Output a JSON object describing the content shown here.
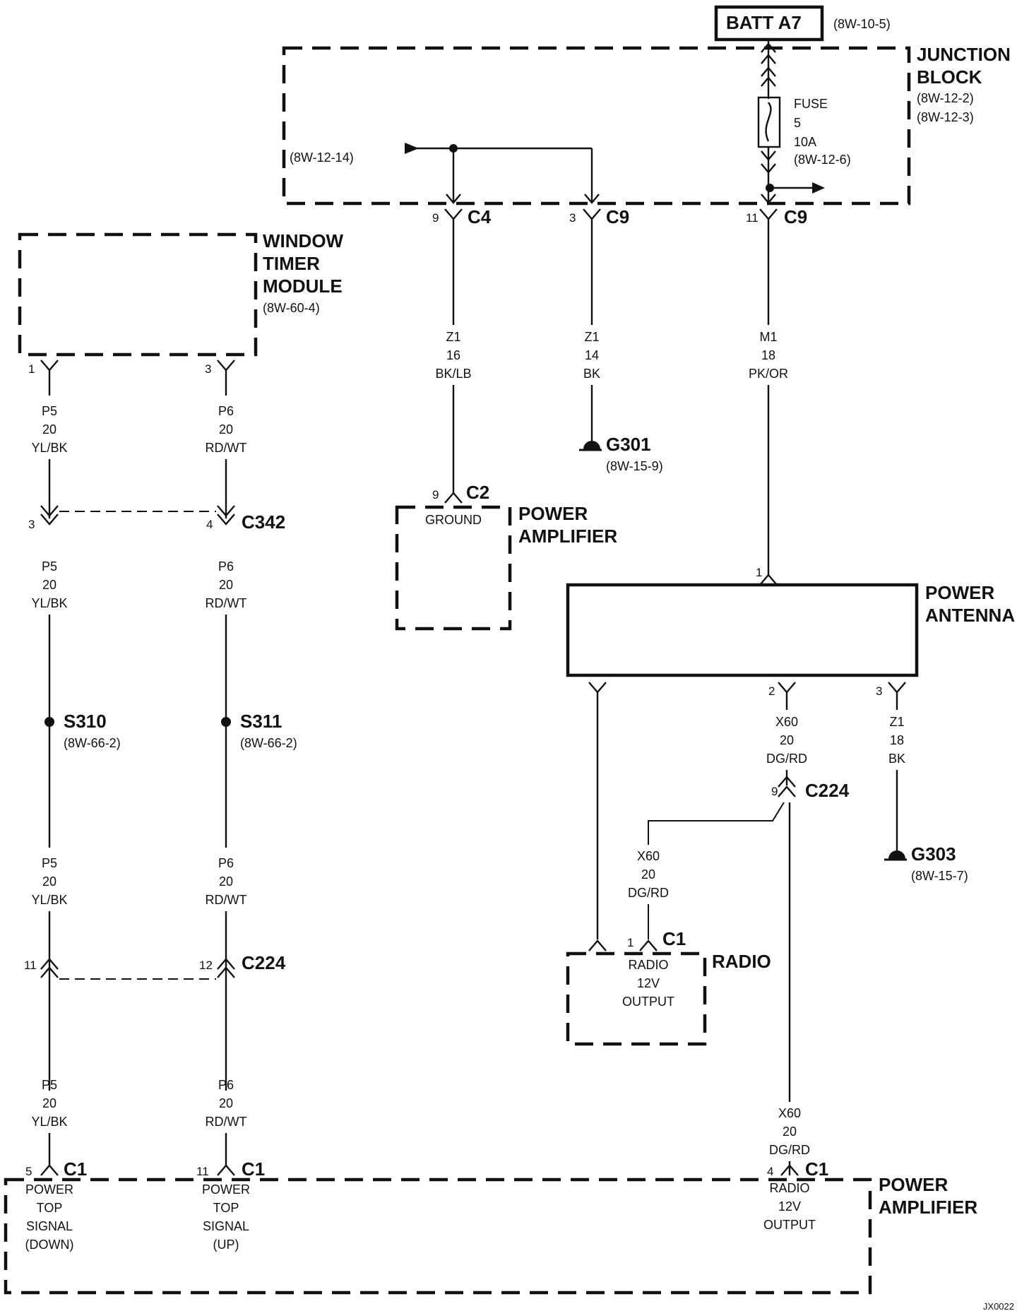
{
  "batt": {
    "label": "BATT A7",
    "ref": "(8W-10-5)"
  },
  "junction_block": {
    "line1": "JUNCTION",
    "line2": "BLOCK",
    "ref1": "(8W-12-2)",
    "ref2": "(8W-12-3)",
    "left_ref": "(8W-12-14)"
  },
  "fuse": {
    "line1": "FUSE",
    "line2": "5",
    "line3": "10A",
    "ref": "(8W-12-6)"
  },
  "window_timer": {
    "line1": "WINDOW",
    "line2": "TIMER",
    "line3": "MODULE",
    "ref": "(8W-60-4)"
  },
  "power_amp_top": {
    "line1": "POWER",
    "line2": "AMPLIFIER",
    "inside": "GROUND"
  },
  "power_antenna": {
    "line1": "POWER",
    "line2": "ANTENNA"
  },
  "radio": {
    "name": "RADIO",
    "inside1": "RADIO",
    "inside2": "12V",
    "inside3": "OUTPUT"
  },
  "power_amp_bottom": {
    "line1": "POWER",
    "line2": "AMPLIFIER"
  },
  "signals": {
    "down": [
      "POWER",
      "TOP",
      "SIGNAL",
      "(DOWN)"
    ],
    "up": [
      "POWER",
      "TOP",
      "SIGNAL",
      "(UP)"
    ],
    "radio": [
      "RADIO",
      "12V",
      "OUTPUT"
    ]
  },
  "connectors": {
    "c4": {
      "name": "C4",
      "pin": "9"
    },
    "c9a": {
      "name": "C9",
      "pin": "3"
    },
    "c9b": {
      "name": "C9",
      "pin": "11"
    },
    "wt1": {
      "pin": "1"
    },
    "wt3": {
      "pin": "3"
    },
    "c2": {
      "name": "C2",
      "pin": "9"
    },
    "c342a": {
      "pin": "3"
    },
    "c342b": {
      "name": "C342",
      "pin": "4"
    },
    "ant1": {
      "pin": "1"
    },
    "ant2": {
      "pin": "2"
    },
    "ant3": {
      "pin": "3"
    },
    "c224top": {
      "name": "C224",
      "pin": "9"
    },
    "radio_c1": {
      "name": "C1",
      "pin": "1"
    },
    "c224a": {
      "pin": "11"
    },
    "c224b": {
      "name": "C224",
      "pin": "12"
    },
    "amp_c1a": {
      "name": "C1",
      "pin": "5"
    },
    "amp_c1b": {
      "name": "C1",
      "pin": "11"
    },
    "amp_c1c": {
      "name": "C1",
      "pin": "4"
    }
  },
  "wires": {
    "z1_16": [
      "Z1",
      "16",
      "BK/LB"
    ],
    "z1_14": [
      "Z1",
      "14",
      "BK"
    ],
    "m1_18": [
      "M1",
      "18",
      "PK/OR"
    ],
    "p5_a": [
      "P5",
      "20",
      "YL/BK"
    ],
    "p6_a": [
      "P6",
      "20",
      "RD/WT"
    ],
    "p5_b": [
      "P5",
      "20",
      "YL/BK"
    ],
    "p6_b": [
      "P6",
      "20",
      "RD/WT"
    ],
    "p5_c": [
      "P5",
      "20",
      "YL/BK"
    ],
    "p6_c": [
      "P6",
      "20",
      "RD/WT"
    ],
    "p5_d": [
      "P5",
      "20",
      "YL/BK"
    ],
    "p6_d": [
      "P6",
      "20",
      "RD/WT"
    ],
    "x60_a": [
      "X60",
      "20",
      "DG/RD"
    ],
    "z1_18": [
      "Z1",
      "18",
      "BK"
    ],
    "x60_b": [
      "X60",
      "20",
      "DG/RD"
    ],
    "x60_c": [
      "X60",
      "20",
      "DG/RD"
    ]
  },
  "grounds": {
    "g301": {
      "name": "G301",
      "ref": "(8W-15-9)"
    },
    "g303": {
      "name": "G303",
      "ref": "(8W-15-7)"
    }
  },
  "splices": {
    "s310": {
      "name": "S310",
      "ref": "(8W-66-2)"
    },
    "s311": {
      "name": "S311",
      "ref": "(8W-66-2)"
    }
  },
  "footer_code": "JX0022"
}
